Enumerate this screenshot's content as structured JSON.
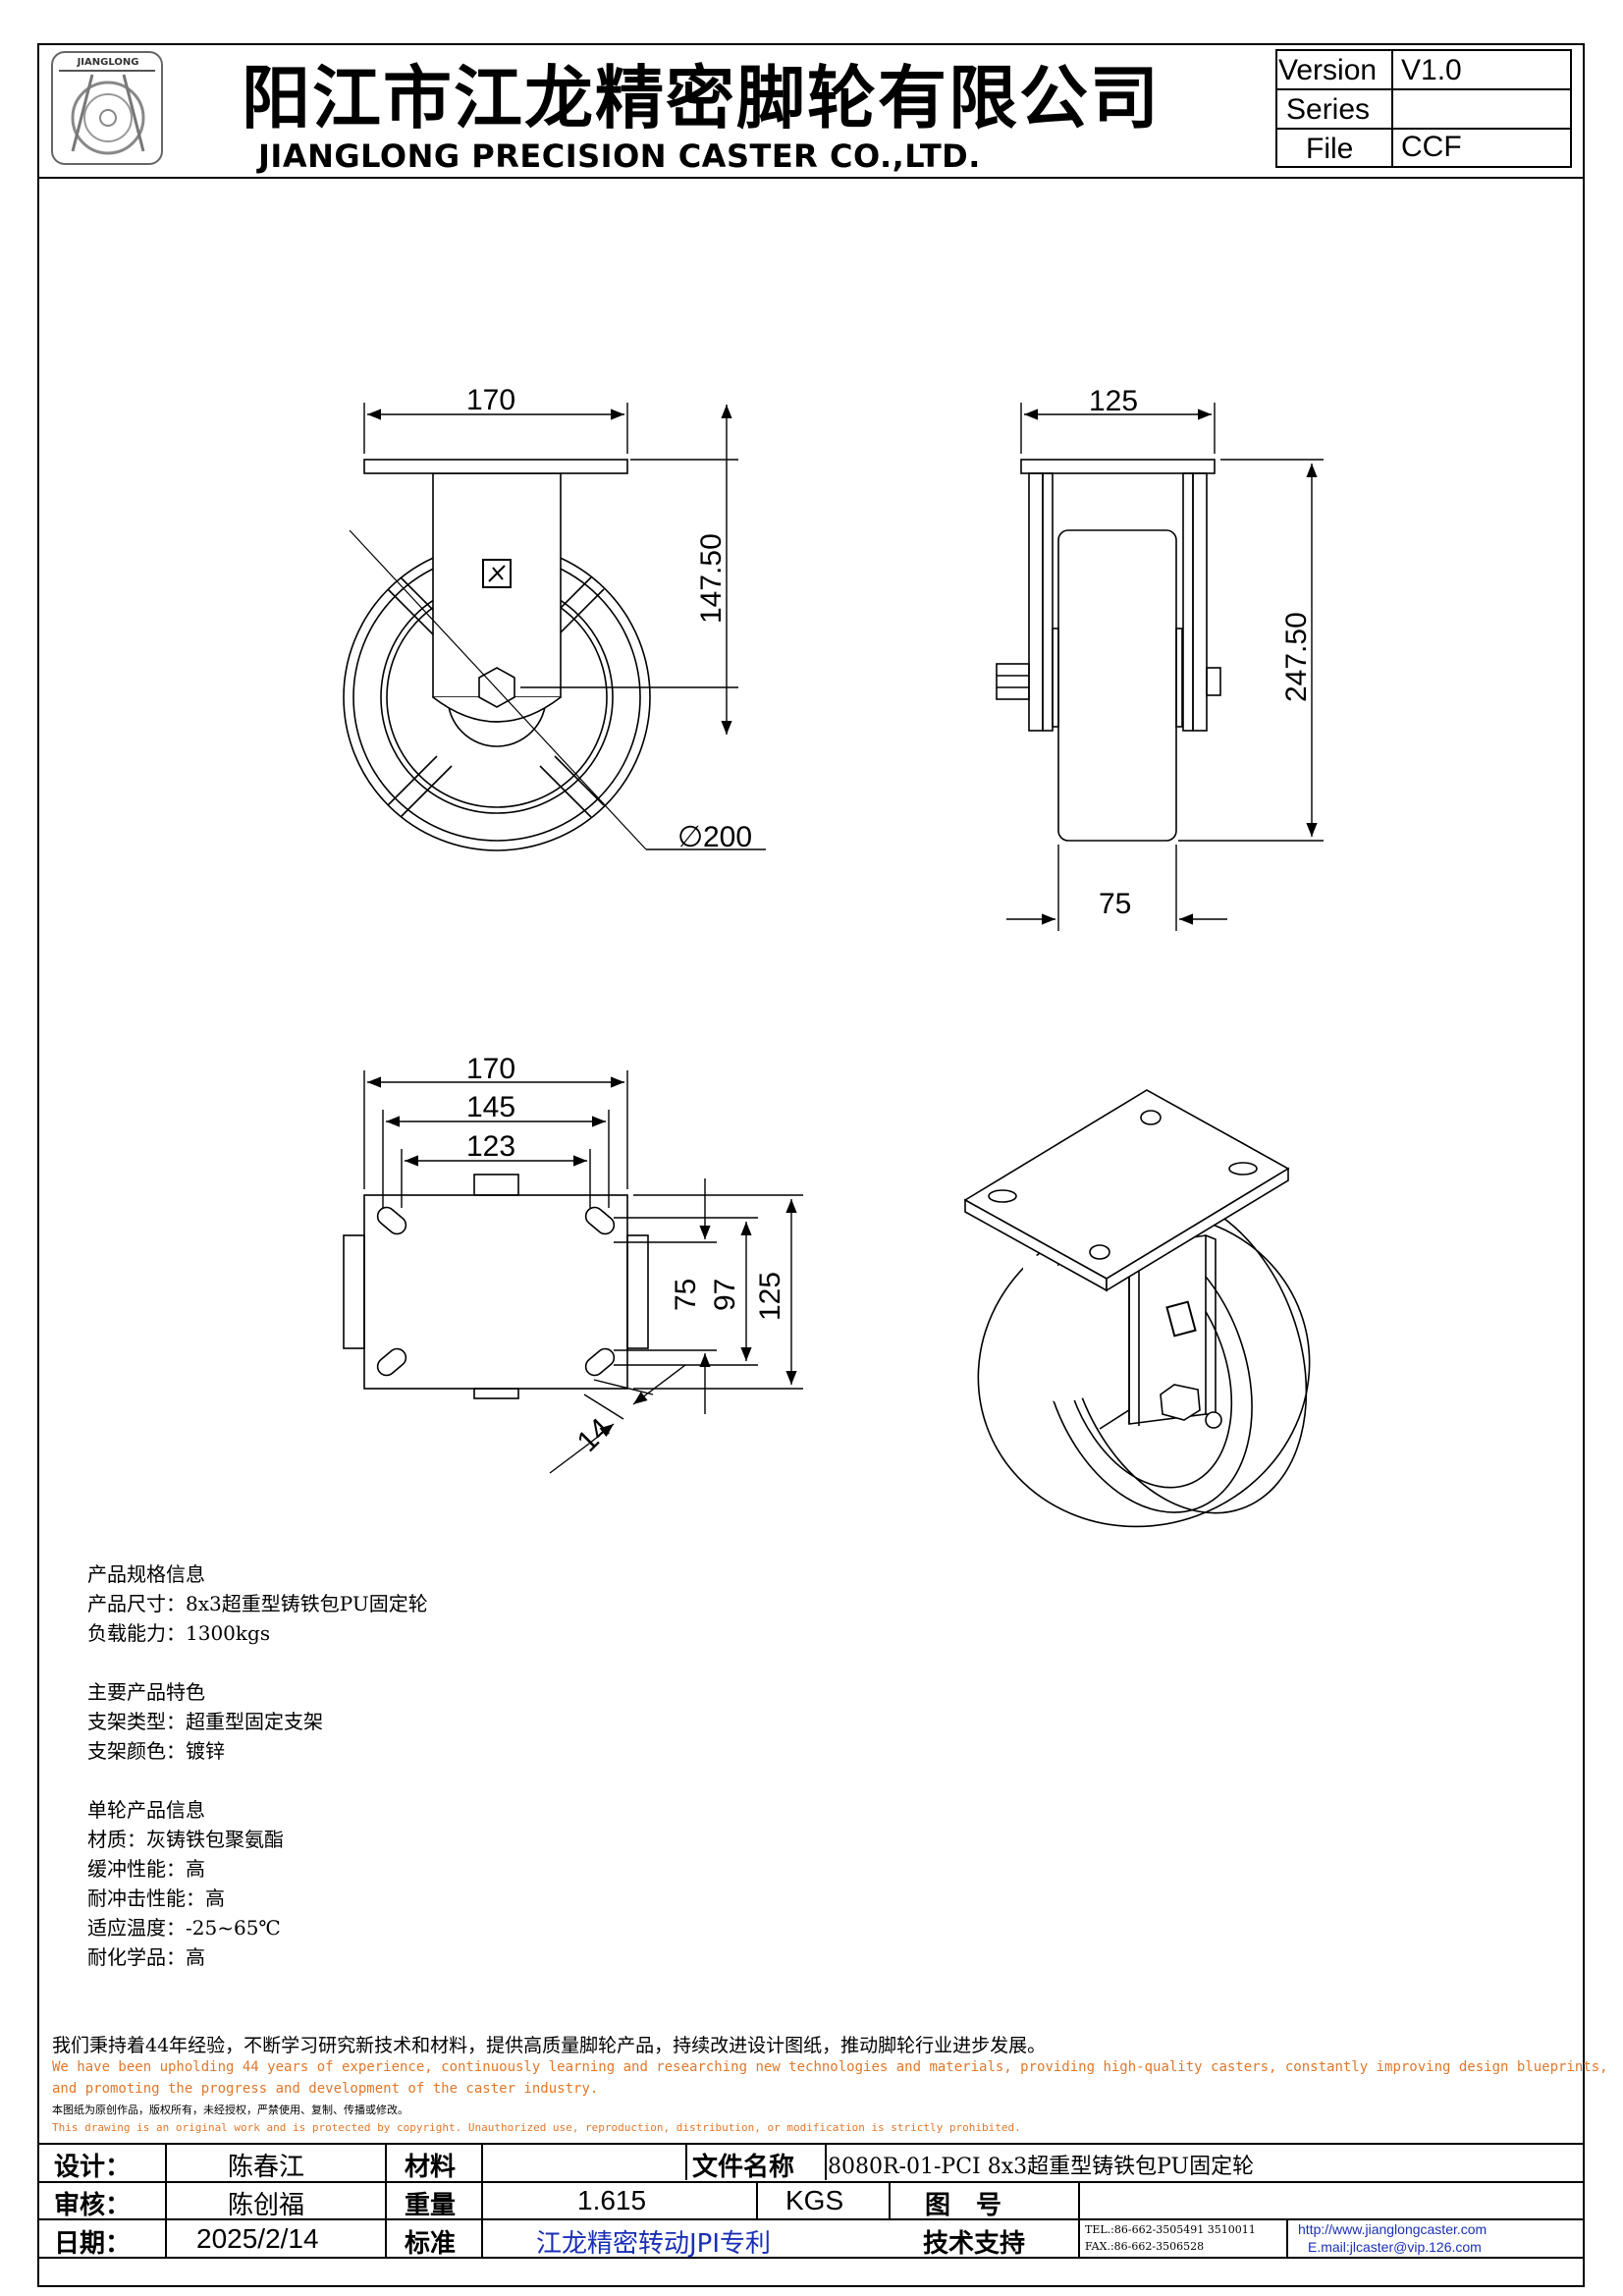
{
  "header": {
    "logo_text": "JIANGLONG",
    "company_cn": "阳江市江龙精密脚轮有限公司",
    "company_en": "JIANGLONG PRECISION CASTER CO.,LTD.",
    "version_label": "Version",
    "version_value": "V1.0",
    "series_label": "Series",
    "series_value": "",
    "file_label": "File",
    "file_value": "CCF"
  },
  "drawing": {
    "front": {
      "width": "170",
      "height": "147.50",
      "diameter": "200"
    },
    "side": {
      "width": "125",
      "height": "247.50",
      "wheel_width": "75"
    },
    "top": {
      "outer": "170",
      "hole_span": "145",
      "inner": "123",
      "slot_span": "75",
      "hole_y": "97",
      "plate_depth": "125",
      "slot_size": "14"
    }
  },
  "specs": {
    "section1_title": "产品规格信息",
    "size": "产品尺寸：8x3超重型铸铁包PU固定轮",
    "load": "负载能力：1300kgs",
    "section2_title": "主要产品特色",
    "bracket_type": "支架类型：超重型固定支架",
    "bracket_color": "支架颜色：镀锌",
    "section3_title": "单轮产品信息",
    "material": "材质：灰铸铁包聚氨酯",
    "cushion": "缓冲性能：高",
    "impact": "耐冲击性能：高",
    "temperature": "适应温度：-25~65℃",
    "chemical": "耐化学品：高"
  },
  "footer": {
    "slogan_cn": "我们秉持着44年经验，不断学习研究新技术和材料，提供高质量脚轮产品，持续改进设计图纸，推动脚轮行业进步发展。",
    "slogan_en_1": "We have been upholding 44 years of experience, continuously learning and researching new technologies and materials, providing high-quality casters, constantly improving design blueprints,",
    "slogan_en_2": "and promoting the progress and development of the caster industry.",
    "copyright_cn": "本图纸为原创作品，版权所有，未经授权，严禁使用、复制、传播或修改。",
    "copyright_en": "This drawing is an original work and is protected by copyright. Unauthorized use, reproduction, distribution, or modification is strictly prohibited."
  },
  "title_block": {
    "design_label": "设计：",
    "designer": "陈春江",
    "material_label": "材料",
    "material_value": "",
    "file_name_label": "文件名称",
    "file_name_value": "8080R-01-PCI  8x3超重型铸铁包PU固定轮",
    "review_label": "审核：",
    "reviewer": "陈创福",
    "weight_label": "重量",
    "weight_value": "1.615",
    "weight_unit": "KGS",
    "drawing_no_label": "图　号",
    "drawing_no_value": "",
    "date_label": "日期：",
    "date_value": "2025/2/14",
    "standard_label": "标准",
    "standard_value": "江龙精密转动JPI专利",
    "support_label": "技术支持",
    "tel": "TEL.:86-662-3505491 3510011",
    "fax": "FAX.:86-662-3506528",
    "website": "http://www.jianglongcaster.com",
    "email": "E.mail:jlcaster@vip.126.com"
  }
}
